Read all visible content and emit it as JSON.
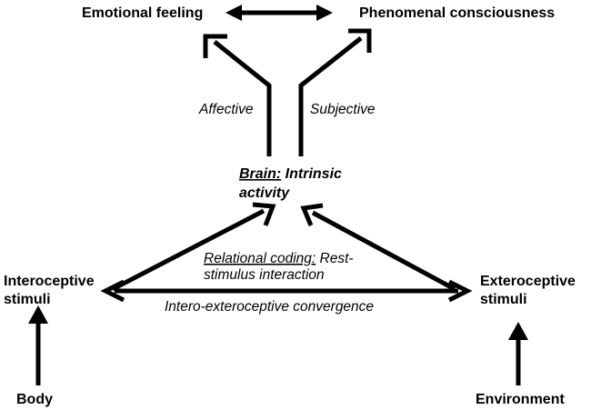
{
  "nodes": {
    "emotional_feeling": "Emotional feeling",
    "phenomenal_consciousness": "Phenomenal consciousness",
    "brain_prefix": "Brain:",
    "brain_line1_rest": " Intrinsic",
    "brain_line2": "activity",
    "interoceptive_line1": "Interoceptive",
    "interoceptive_line2": "stimuli",
    "exteroceptive_line1": "Exteroceptive",
    "exteroceptive_line2": "stimuli",
    "body": "Body",
    "environment": "Environment"
  },
  "edge_labels": {
    "affective": "Affective",
    "subjective": "Subjective",
    "relational_prefix": "Relational coding:",
    "relational_line1_rest": " Rest-",
    "relational_line2": "stimulus interaction",
    "convergence": "Intero-exteroceptive convergence"
  }
}
